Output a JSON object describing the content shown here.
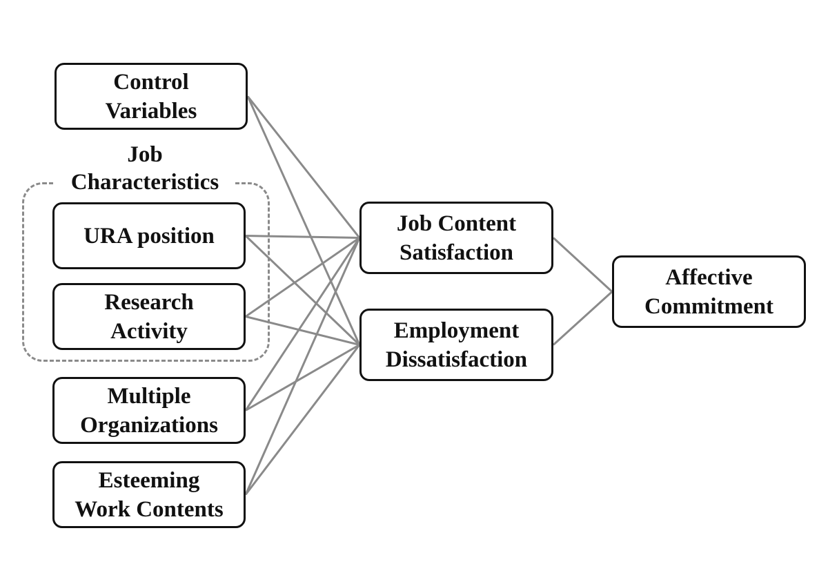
{
  "colors": {
    "connector": "#8a8a8a",
    "border": "#111111",
    "background": "#ffffff"
  },
  "group": {
    "label_line1": "Job",
    "label_line2": "Characteristics"
  },
  "nodes": {
    "control_variables": {
      "line1": "Control",
      "line2": "Variables"
    },
    "ura_position": {
      "line1": "URA position"
    },
    "research_activity": {
      "line1": "Research",
      "line2": "Activity"
    },
    "multiple_organizations": {
      "line1": "Multiple",
      "line2": "Organizations"
    },
    "esteeming_work_contents": {
      "line1": "Esteeming",
      "line2": "Work Contents"
    },
    "job_content_satisfaction": {
      "line1": "Job Content",
      "line2": "Satisfaction"
    },
    "employment_dissatisfaction": {
      "line1": "Employment",
      "line2": "Dissatisfaction"
    },
    "affective_commitment": {
      "line1": "Affective",
      "line2": "Commitment"
    }
  },
  "edges": [
    {
      "from": "control_variables",
      "to": "job_content_satisfaction"
    },
    {
      "from": "control_variables",
      "to": "employment_dissatisfaction"
    },
    {
      "from": "ura_position",
      "to": "job_content_satisfaction"
    },
    {
      "from": "ura_position",
      "to": "employment_dissatisfaction"
    },
    {
      "from": "research_activity",
      "to": "job_content_satisfaction"
    },
    {
      "from": "research_activity",
      "to": "employment_dissatisfaction"
    },
    {
      "from": "multiple_organizations",
      "to": "job_content_satisfaction"
    },
    {
      "from": "multiple_organizations",
      "to": "employment_dissatisfaction"
    },
    {
      "from": "esteeming_work_contents",
      "to": "job_content_satisfaction"
    },
    {
      "from": "esteeming_work_contents",
      "to": "employment_dissatisfaction"
    },
    {
      "from": "job_content_satisfaction",
      "to": "affective_commitment"
    },
    {
      "from": "employment_dissatisfaction",
      "to": "affective_commitment"
    }
  ]
}
